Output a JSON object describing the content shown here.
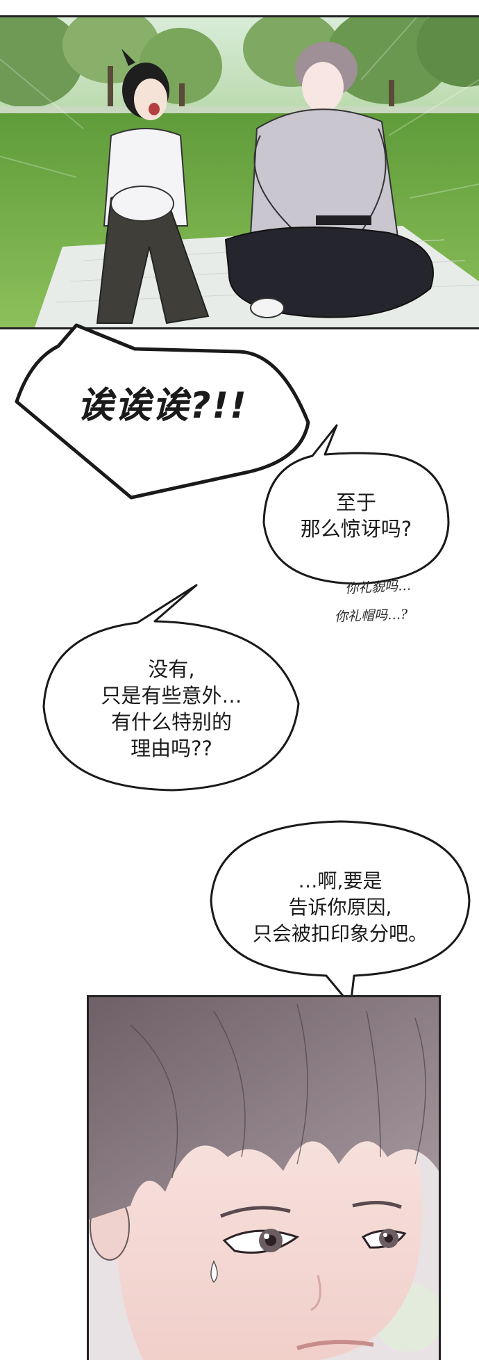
{
  "panels": {
    "top_scene": "park-picnic-scene",
    "bottom_scene": "closeup-face-scene"
  },
  "dialogue": {
    "shout": "诶诶诶?!!",
    "bubble_1": [
      "至于",
      "那么惊讶吗?"
    ],
    "bubble_2": [
      "没有,",
      "只是有些意外…",
      "有什么特别的",
      "理由吗??"
    ],
    "bubble_3": [
      "…啊,要是",
      "告诉你原因,",
      "只会被扣印象分吧。"
    ]
  },
  "handwriting": {
    "line_1": "你礼貌吗…",
    "line_2": "你礼帽吗…?"
  },
  "colors": {
    "grass": "#7bb04a",
    "ink": "#1a1a1a",
    "bubble_fill": "#ffffff"
  }
}
